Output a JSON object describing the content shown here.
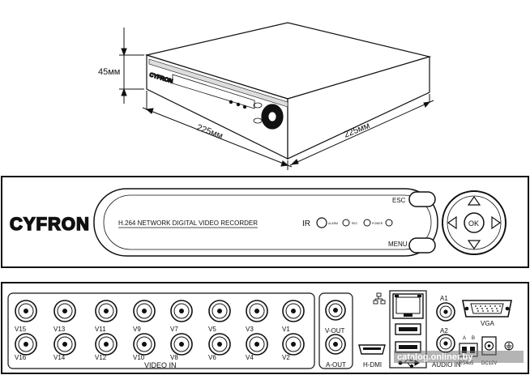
{
  "dimensions": {
    "height": "45мм",
    "width": "225мм",
    "depth": "225мм"
  },
  "front_panel": {
    "brand": "CYFRON",
    "model_label": "H.264 NETWORK DIGITAL VIDEO RECORDER",
    "ir_label": "IR",
    "led_labels": [
      "ALARM",
      "REC",
      "POWER"
    ],
    "esc_label": "ESC",
    "menu_label": "MENU",
    "ok_label": "OK"
  },
  "rear_panel": {
    "video_in_label": "VIDEO IN",
    "video_top_labels": [
      "V15",
      "V13",
      "V11",
      "V9",
      "V7",
      "V5",
      "V3",
      "V1"
    ],
    "video_bottom_labels": [
      "V16",
      "V14",
      "V12",
      "V10",
      "V8",
      "V6",
      "V4",
      "V2"
    ],
    "v_out_label": "V-OUT",
    "a_out_label": "A-OUT",
    "hdmi_label": "H-DMI",
    "audio_top_label": "A1",
    "audio_bottom_label": "A2",
    "audio_in_label": "AUDIO IN",
    "rs485_label": "RS485",
    "rs485_pin_a": "A",
    "rs485_pin_b": "B",
    "vga_label": "VGA",
    "dc_label": "DC12V"
  },
  "watermark": "catalog.onliner.by"
}
